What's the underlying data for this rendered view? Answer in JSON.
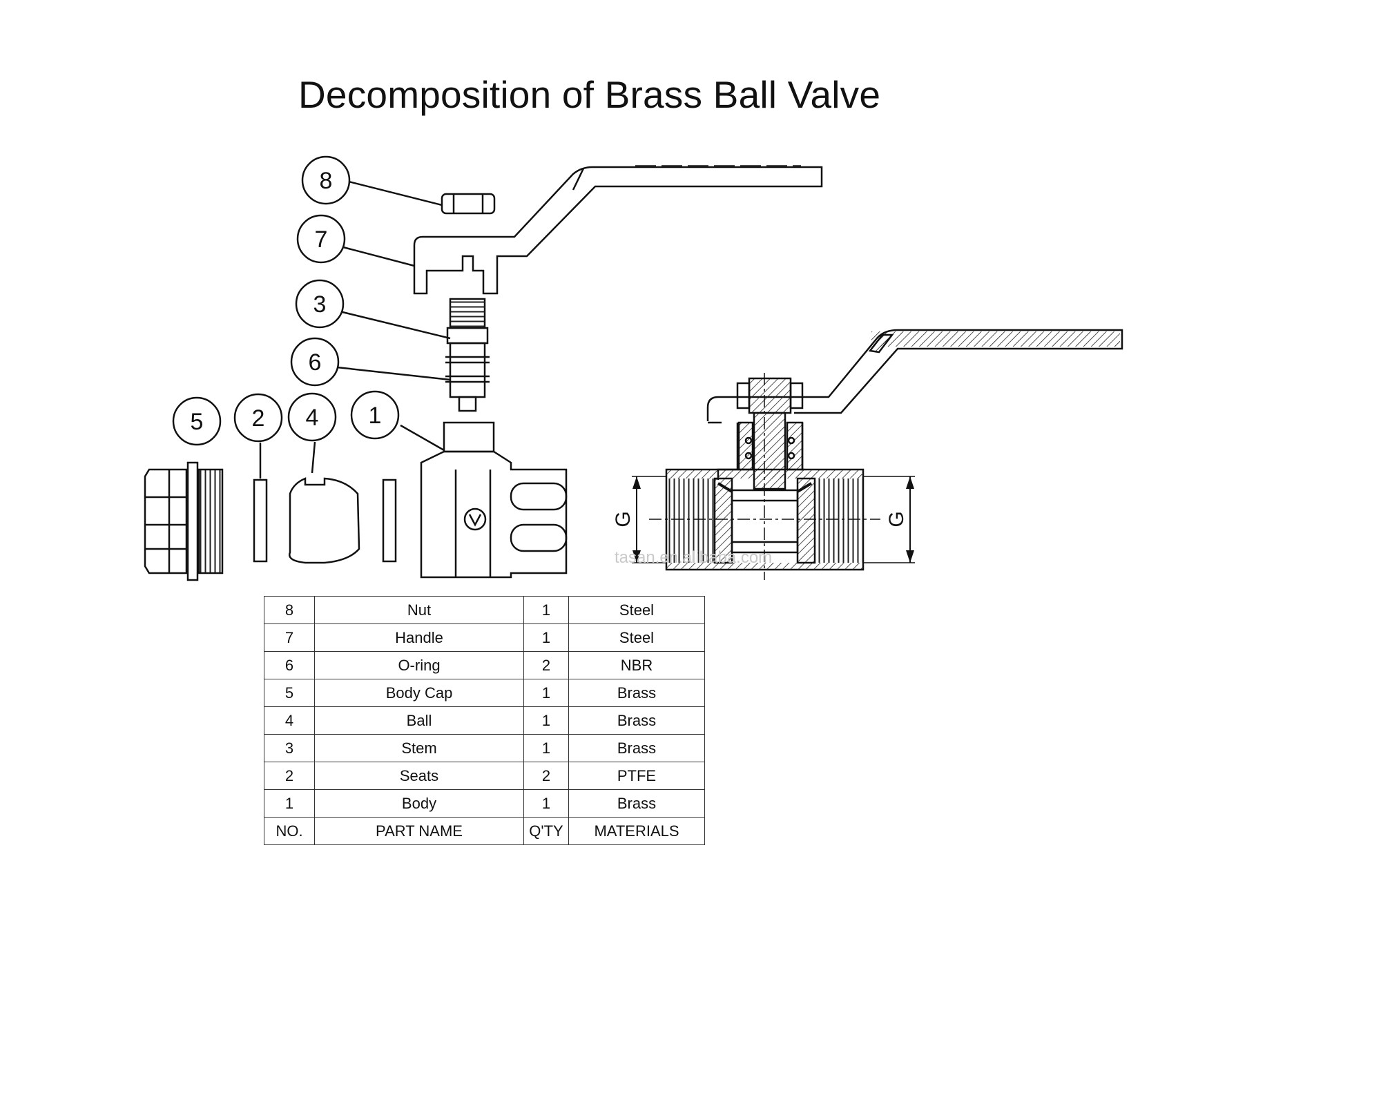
{
  "title": "Decomposition of Brass Ball Valve",
  "callouts": [
    "8",
    "7",
    "3",
    "6",
    "5",
    "2",
    "4",
    "1"
  ],
  "dimension_label": "G",
  "watermark": "tasan.en.alibaba.com",
  "table": {
    "rows": [
      {
        "no": "8",
        "part": "Nut",
        "qty": "1",
        "material": "Steel"
      },
      {
        "no": "7",
        "part": "Handle",
        "qty": "1",
        "material": "Steel"
      },
      {
        "no": "6",
        "part": "O-ring",
        "qty": "2",
        "material": "NBR"
      },
      {
        "no": "5",
        "part": "Body Cap",
        "qty": "1",
        "material": "Brass"
      },
      {
        "no": "4",
        "part": "Ball",
        "qty": "1",
        "material": "Brass"
      },
      {
        "no": "3",
        "part": "Stem",
        "qty": "1",
        "material": "Brass"
      },
      {
        "no": "2",
        "part": "Seats",
        "qty": "2",
        "material": "PTFE"
      },
      {
        "no": "1",
        "part": "Body",
        "qty": "1",
        "material": "Brass"
      }
    ],
    "header": {
      "no": "NO.",
      "part": "PART NAME",
      "qty": "Q'TY",
      "material": "MATERIALS"
    }
  }
}
